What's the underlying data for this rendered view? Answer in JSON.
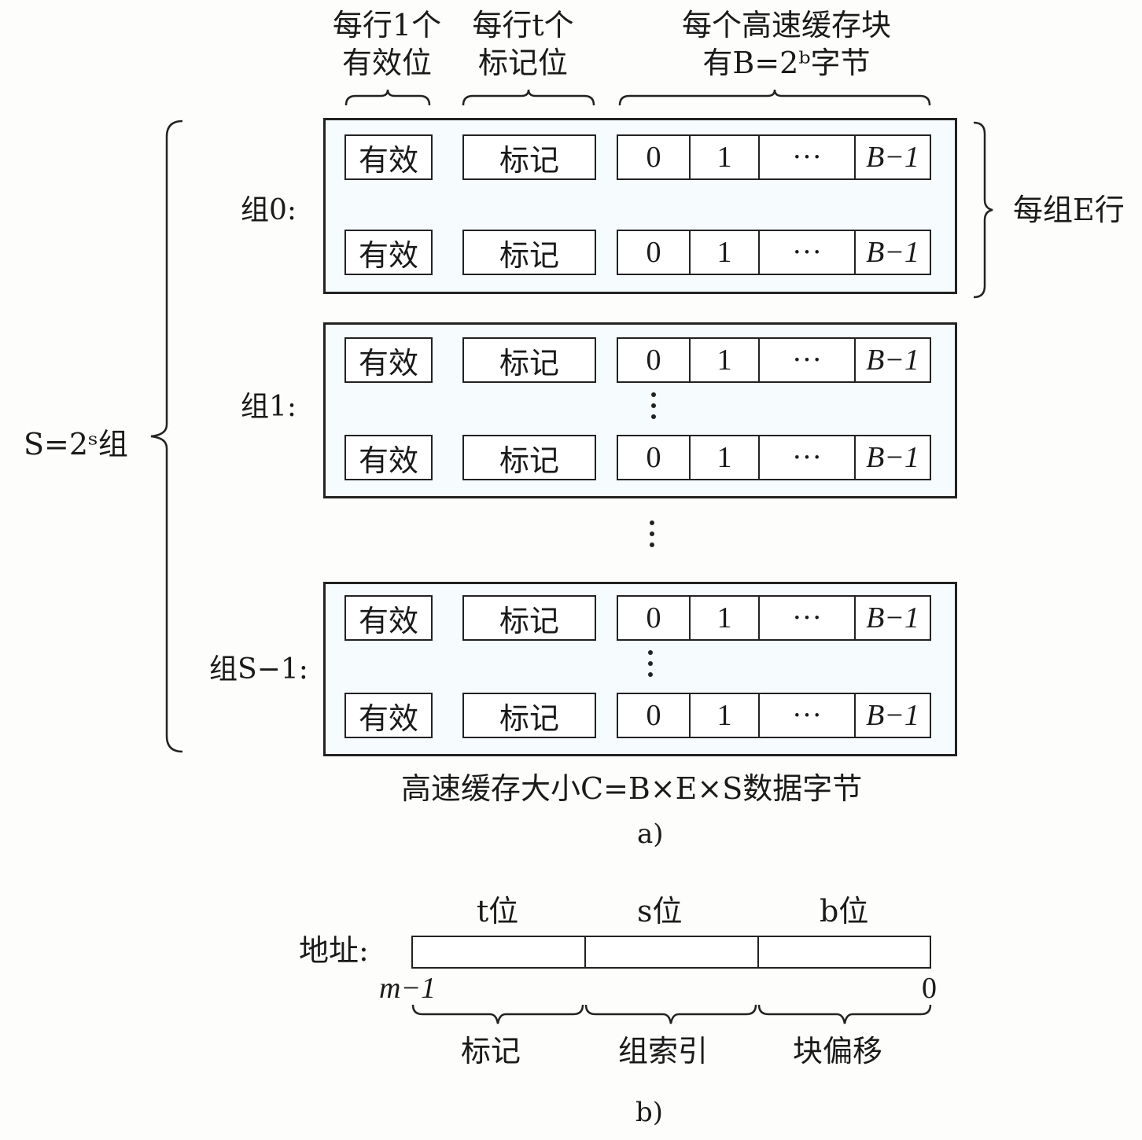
{
  "part_a": {
    "headers": {
      "valid": [
        "每行1个",
        "有效位"
      ],
      "tag": [
        "每行t个",
        "标记位"
      ],
      "block": [
        "每个高速缓存块",
        "有B=2ᵇ字节"
      ]
    },
    "line_fields": {
      "valid": "有效",
      "tag": "标记",
      "bytes": [
        "0",
        "1",
        "···",
        "B−1"
      ]
    },
    "sets": [
      {
        "label": "组0:",
        "lines": 2,
        "has_vdots": false
      },
      {
        "label": "组1:",
        "lines": 2,
        "has_vdots": true
      },
      {
        "label": "组S−1:",
        "lines": 2,
        "has_vdots": true
      }
    ],
    "between_sets_ellipsis": "⋮",
    "lines_per_set_label": "每组E行",
    "sets_count_label": "S=2ˢ组",
    "caption": "高速缓存大小C=B×E×S数据字节",
    "sublabel": "a)"
  },
  "part_b": {
    "address_label": "地址:",
    "field_widths_labels": [
      "t位",
      "s位",
      "b位"
    ],
    "msb_label": "m−1",
    "lsb_label": "0",
    "field_names": [
      "标记",
      "组索引",
      "块偏移"
    ],
    "sublabel": "b)"
  }
}
